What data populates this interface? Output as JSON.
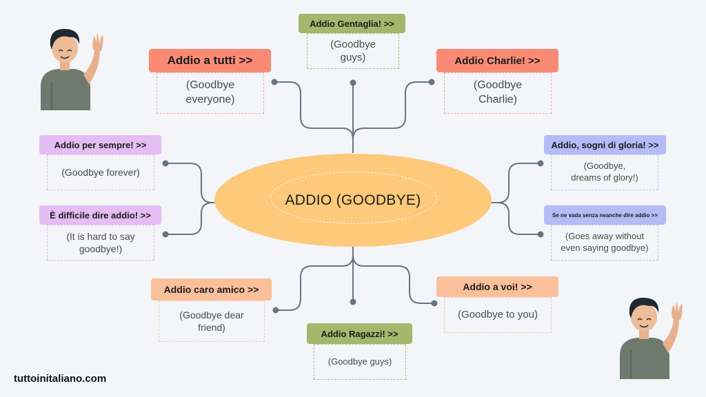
{
  "center": {
    "label": "ADDIO (GOODBYE)"
  },
  "site": {
    "name": "tuttoinitaliano.com"
  },
  "colors": {
    "green_header": "#a3b86c",
    "green_border": "#a8c07a",
    "salmon_header": "#fb8a74",
    "salmon_border": "#f2a896",
    "peach_header": "#fac09b",
    "peach_border": "#f5c7a8",
    "lilac_header": "#e4bdf3",
    "lilac_border": "#d9b6ea",
    "periwinkle_header": "#b3bcf7",
    "periwinkle_border": "#b8c0f2",
    "center_fill": "#fdc97a",
    "connector": "#697382"
  },
  "nodes": [
    {
      "id": "gentaglia",
      "phrase": "Addio Gentaglia! >>",
      "translation": [
        "(Goodbye",
        "guys)"
      ]
    },
    {
      "id": "tutti",
      "phrase": "Addio a tutti >>",
      "translation": [
        "(Goodbye",
        "everyone)"
      ]
    },
    {
      "id": "charlie",
      "phrase": "Addio Charlie! >>",
      "translation": [
        "(Goodbye",
        "Charlie)"
      ]
    },
    {
      "id": "sempre",
      "phrase": "Addio per sempre! >>",
      "translation": [
        "(Goodbye forever)"
      ]
    },
    {
      "id": "difficile",
      "phrase": "È difficile dire addio! >>",
      "translation": [
        "(It is hard to say",
        "goodbye!)"
      ]
    },
    {
      "id": "sogni",
      "phrase": "Addio, sogni di gloria! >>",
      "translation": [
        "(Goodbye,",
        "dreams of glory!)"
      ]
    },
    {
      "id": "neanche",
      "phrase": "Se ne vada senza neanche dire addio >>",
      "translation": [
        "(Goes away without",
        "even saying goodbye)"
      ]
    },
    {
      "id": "amico",
      "phrase": "Addio caro amico >>",
      "translation": [
        "(Goodbye dear",
        "friend)"
      ]
    },
    {
      "id": "voi",
      "phrase": "Addio a voi! >>",
      "translation": [
        "(Goodbye to you)"
      ]
    },
    {
      "id": "ragazzi",
      "phrase": "Addio Ragazzi! >>",
      "translation": [
        "(Goodbye guys)"
      ]
    }
  ]
}
